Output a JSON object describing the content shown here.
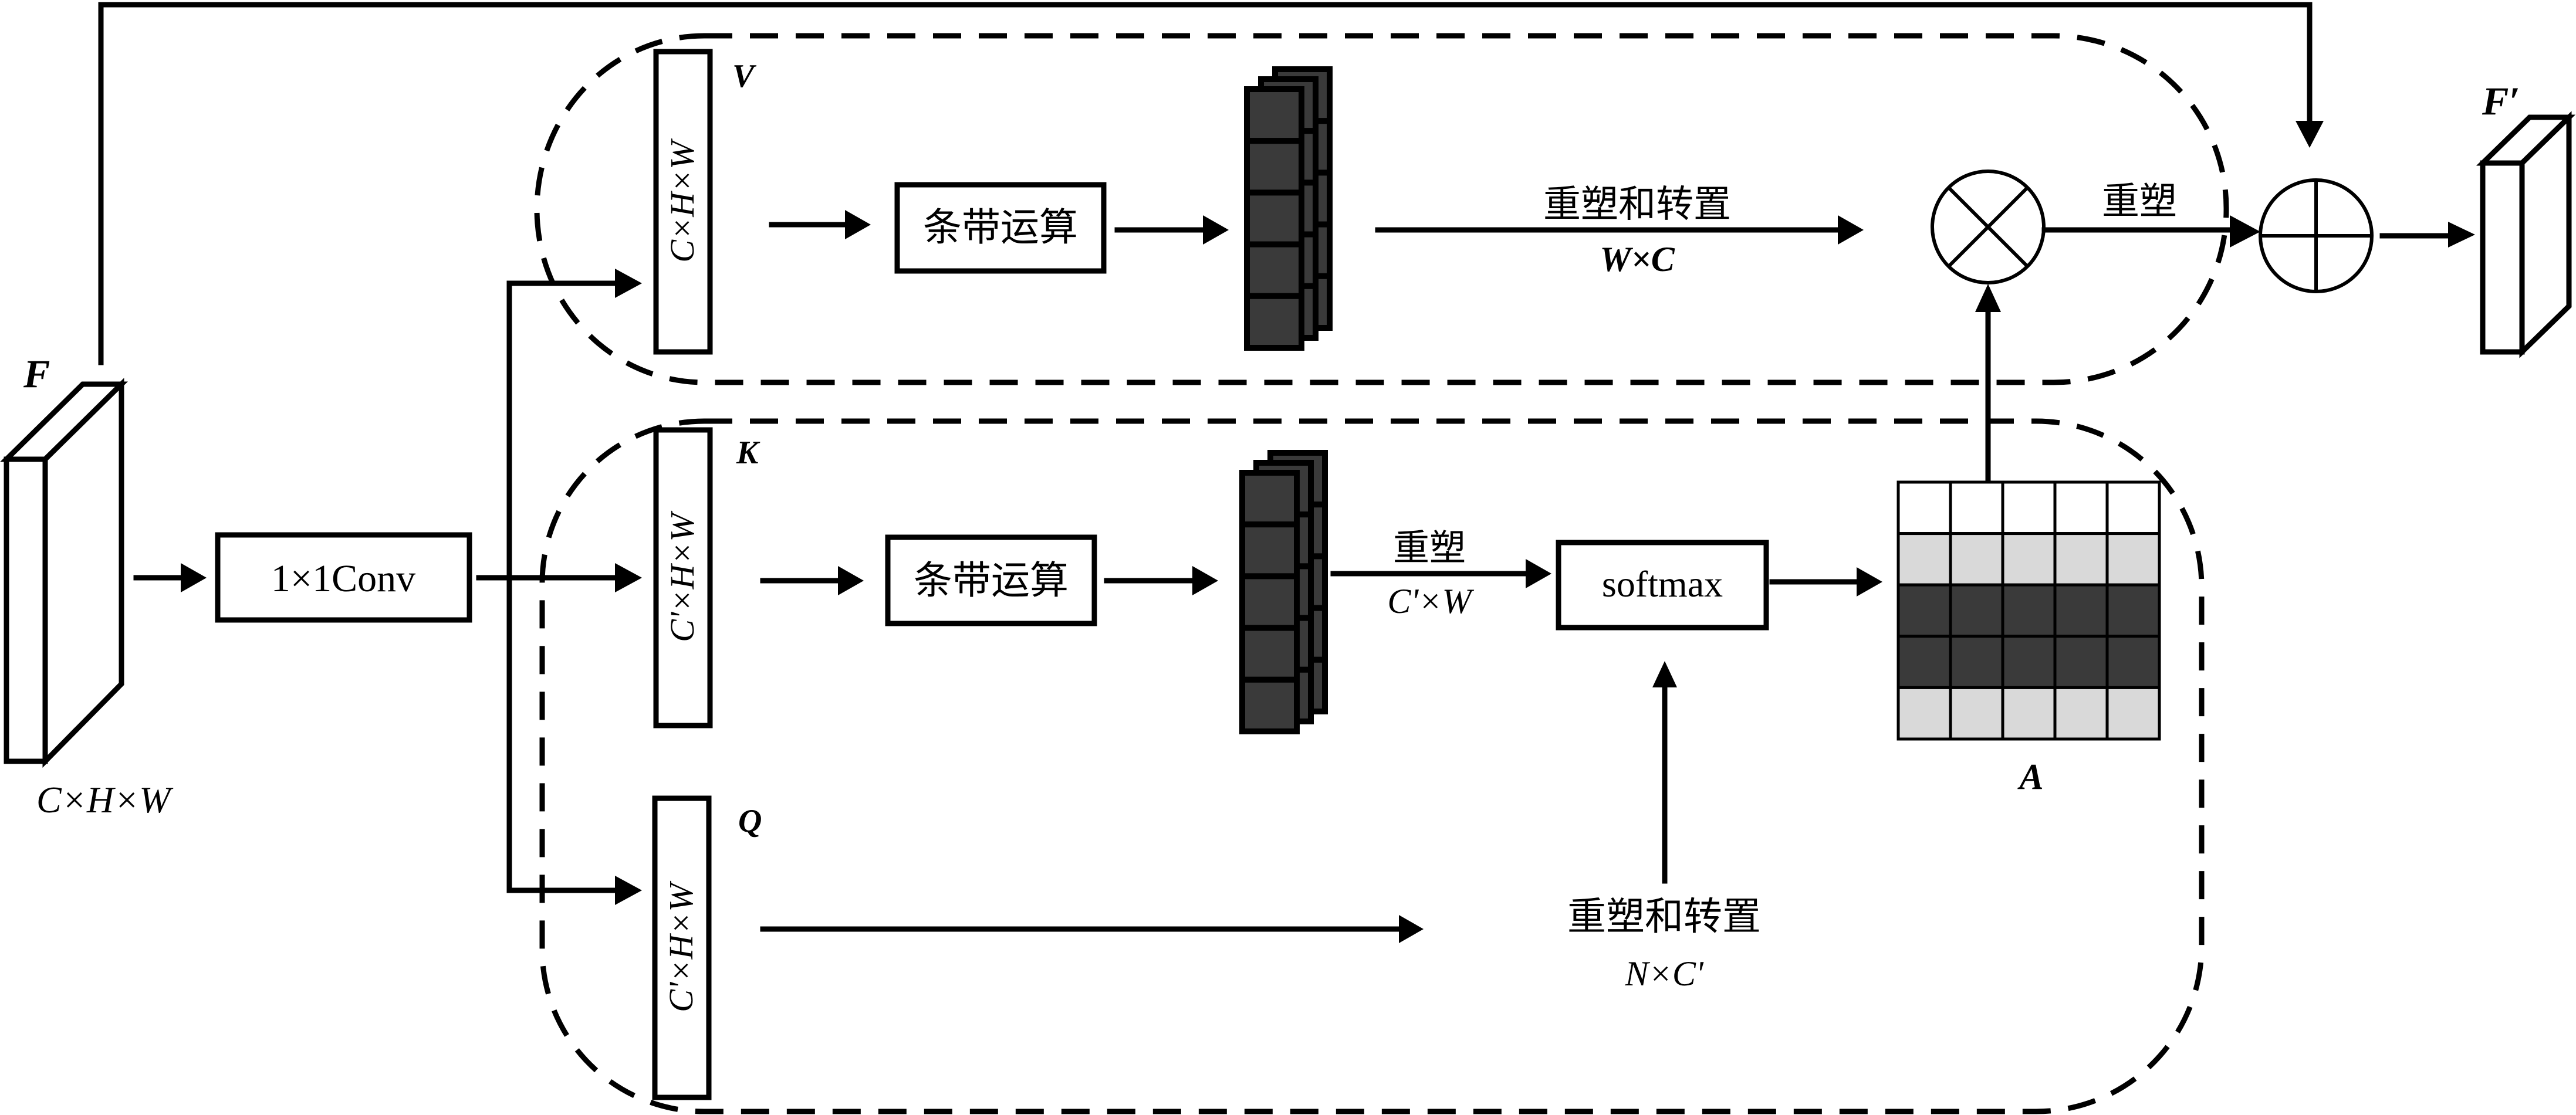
{
  "diagram": {
    "input": {
      "label": "F",
      "shape": "C×H×W"
    },
    "conv": {
      "label": "1×1Conv"
    },
    "branches": {
      "V": {
        "label": "V",
        "shape": "C×H×W",
        "op": "条带运算",
        "edge_label": "重塑和转置",
        "edge_dim": "W×C"
      },
      "K": {
        "label": "K",
        "shape": "C'×H×W",
        "op": "条带运算",
        "edge_label": "重塑",
        "edge_dim": "C'×W"
      },
      "Q": {
        "label": "Q",
        "shape": "C'×H×W",
        "edge_label": "重塑和转置",
        "edge_dim": "N×C'"
      }
    },
    "softmax": {
      "label": "softmax"
    },
    "attention": {
      "label": "A",
      "rows": [
        "white",
        "light",
        "dark",
        "dark",
        "light"
      ],
      "cols": 5
    },
    "multiply": {
      "symbol": "multiply-circle",
      "out_label": "重塑"
    },
    "add": {
      "symbol": "add-circle"
    },
    "output": {
      "label": "F′"
    },
    "colors": {
      "line": "#000000",
      "dark_cell": "#3a3a3a",
      "light_cell": "#d9d9d9",
      "white_cell": "#ffffff"
    }
  }
}
